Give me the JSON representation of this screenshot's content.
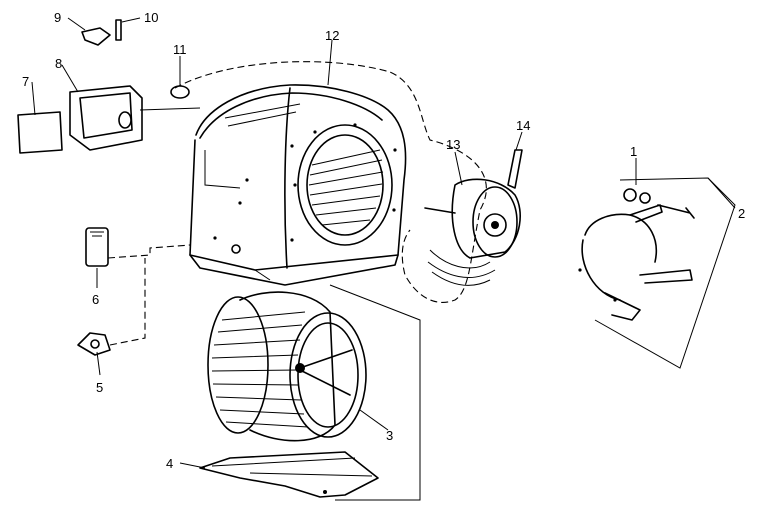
{
  "figure": {
    "type": "exploded-parts-diagram",
    "colors": {
      "ink": "#000000",
      "paper": "#ffffff"
    }
  },
  "callouts": [
    {
      "id": "1",
      "text": "1"
    },
    {
      "id": "2",
      "text": "2"
    },
    {
      "id": "3",
      "text": "3"
    },
    {
      "id": "4",
      "text": "4"
    },
    {
      "id": "5",
      "text": "5"
    },
    {
      "id": "6",
      "text": "6"
    },
    {
      "id": "7",
      "text": "7"
    },
    {
      "id": "8",
      "text": "8"
    },
    {
      "id": "9",
      "text": "9"
    },
    {
      "id": "10",
      "text": "10"
    },
    {
      "id": "11",
      "text": "11"
    },
    {
      "id": "12",
      "text": "12"
    },
    {
      "id": "13",
      "text": "13"
    },
    {
      "id": "14",
      "text": "14"
    }
  ]
}
